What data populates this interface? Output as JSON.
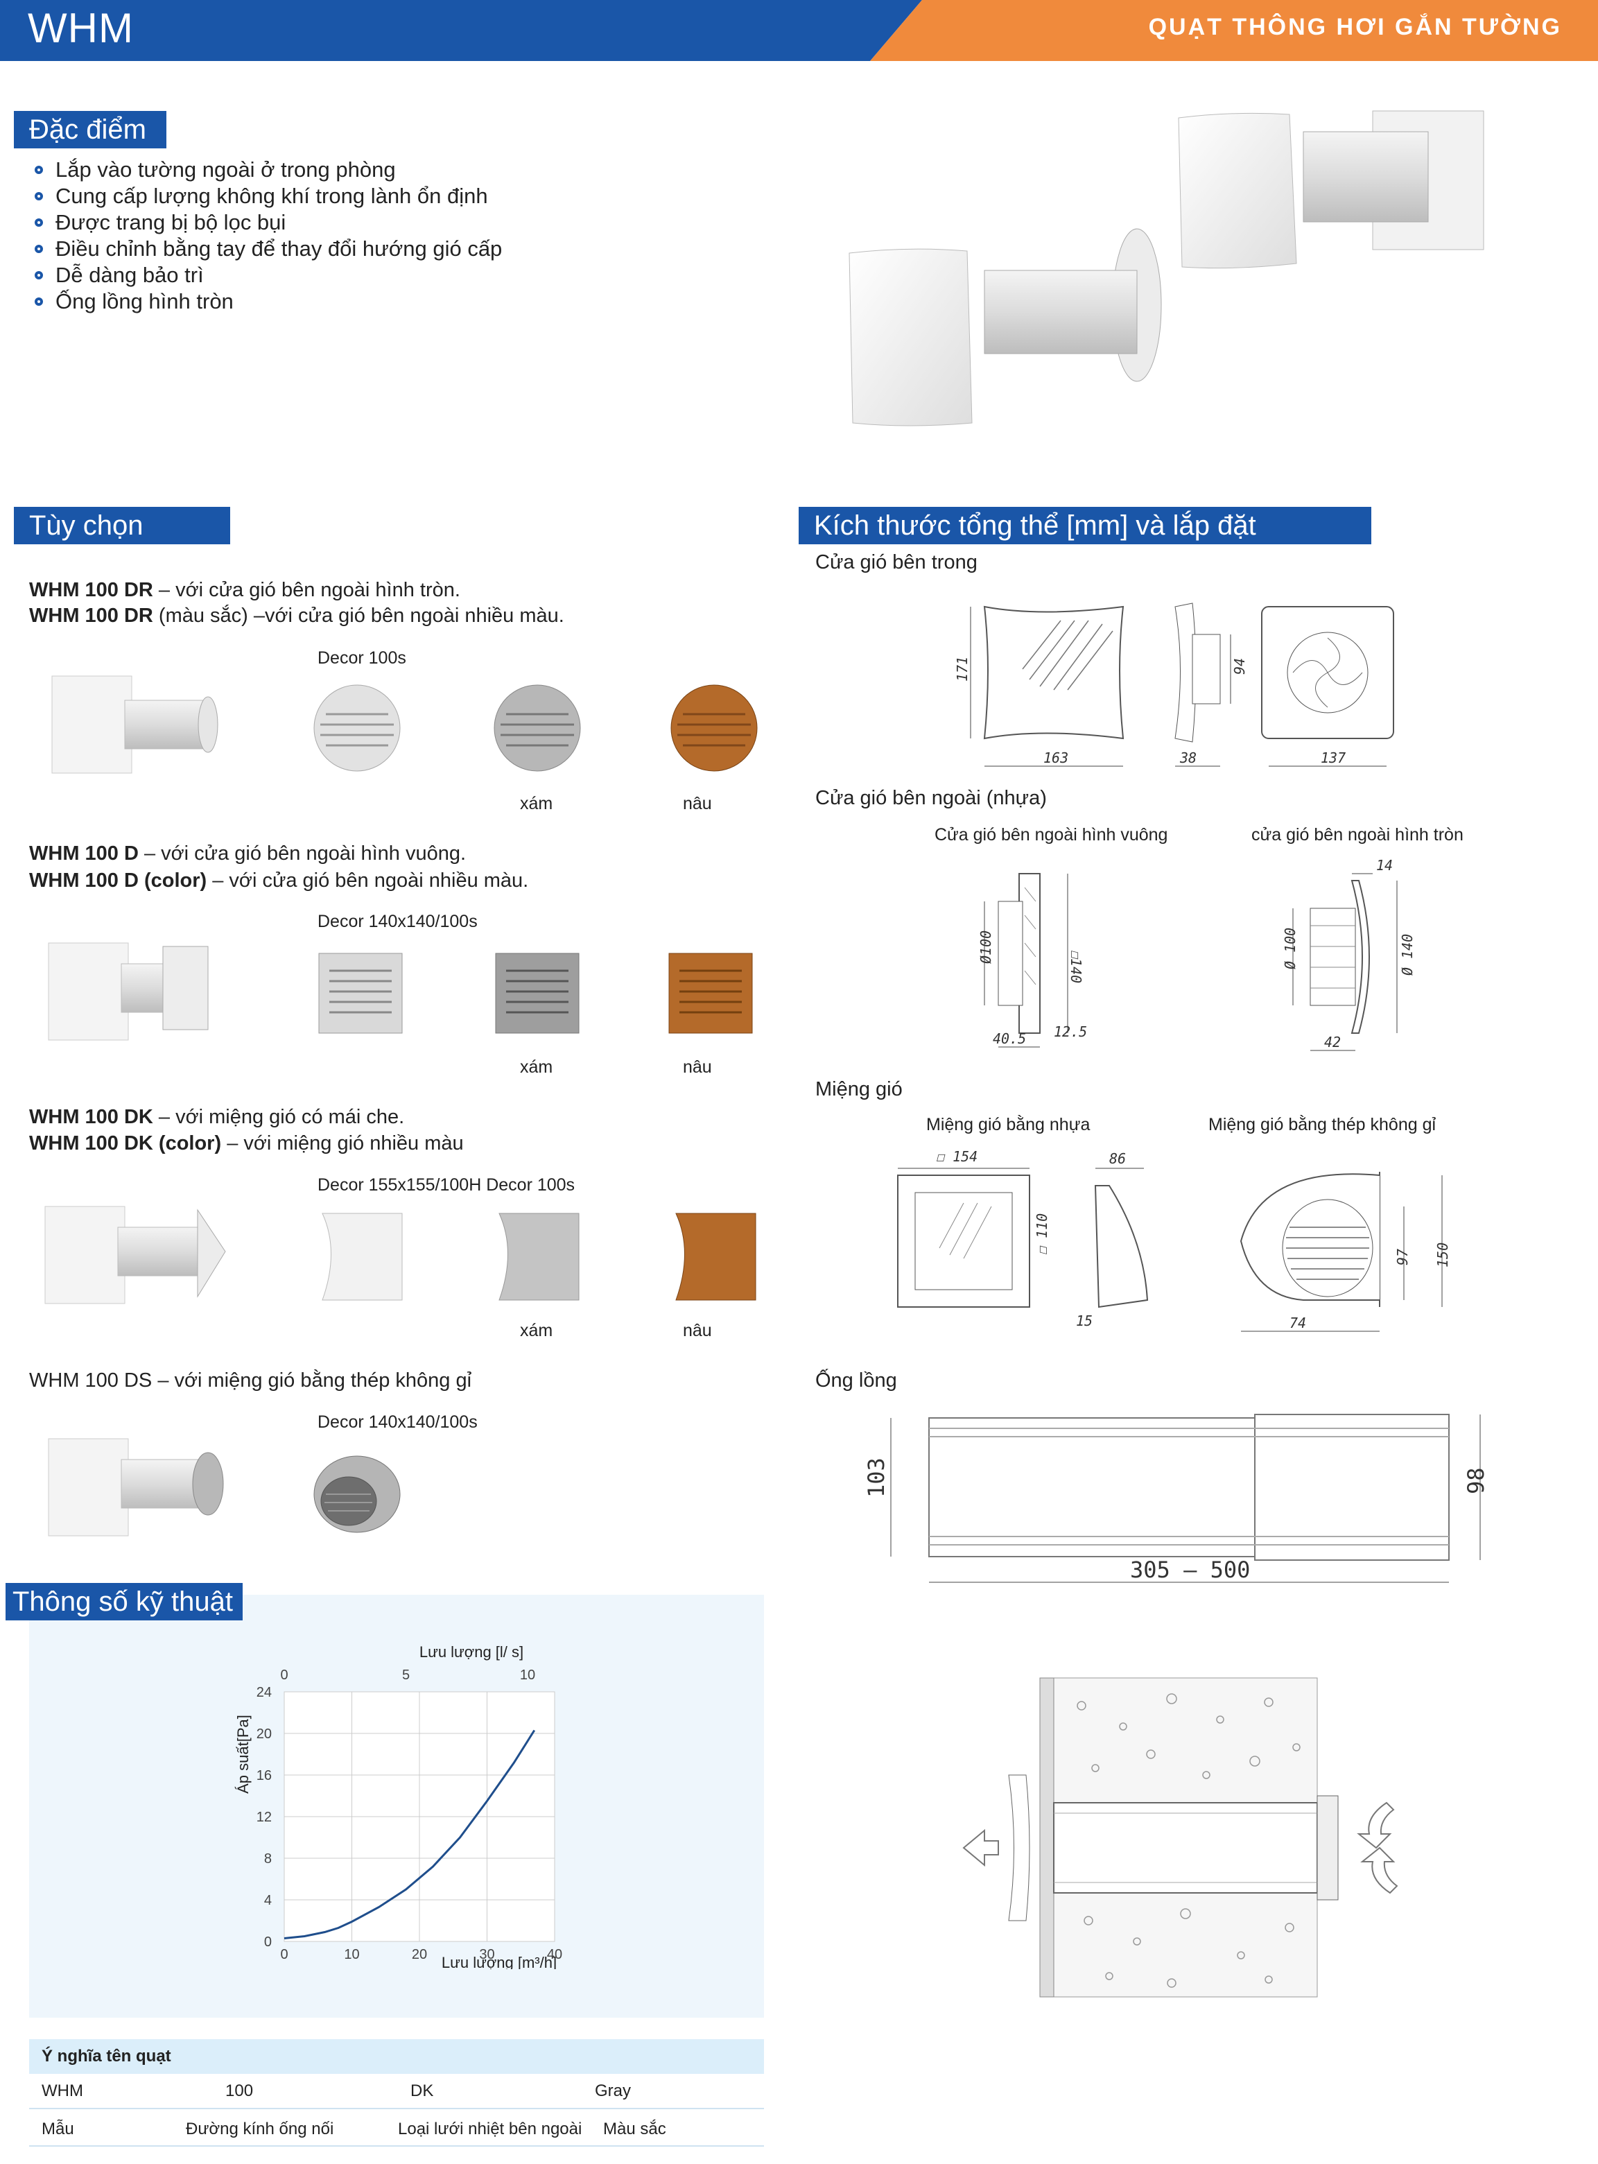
{
  "header": {
    "title": "WHM",
    "subtitle": "QUẠT THÔNG HƠI GẮN TƯỜNG",
    "colors": {
      "blue": "#1a56a8",
      "orange": "#f08a3c"
    }
  },
  "features": {
    "heading": "Đặc điểm",
    "items": [
      "Lắp vào tường ngoài ở trong phòng",
      "Cung cấp lượng không khí trong lành ổn định",
      "Được trang bị bộ lọc bụi",
      "Điều chỉnh bằng tay để thay đổi hướng gió cấp",
      "Dễ dàng bảo trì",
      "Ống lồng hình tròn"
    ]
  },
  "options": {
    "heading": "Tùy chọn",
    "groups": [
      {
        "line1_bold": "WHM 100 DR",
        "line1_rest": " – với cửa gió bên ngoài hình tròn.",
        "line2_bold": "WHM 100 DR",
        "line2_rest": " (màu sắc) –với cửa gió bên ngoài nhiều màu.",
        "decor": "Decor 100s",
        "gray": "xám",
        "brown": "nâu"
      },
      {
        "line1_bold": "WHM 100 D",
        "line1_rest": " – với cửa gió bên ngoài hình vuông.",
        "line2_bold": "WHM 100 D (color)",
        "line2_rest": " – với cửa gió bên ngoài nhiều màu.",
        "decor": "Decor 140x140/100s",
        "gray": "xám",
        "brown": "nâu"
      },
      {
        "line1_bold": "WHM 100 DK",
        "line1_rest": " – với miệng gió có mái che.",
        "line2_bold": "WHM 100 DK (color)",
        "line2_rest": " – với miệng gió nhiều màu",
        "decor": "Decor 155x155/100H Decor 100s",
        "gray": "xám",
        "brown": "nâu"
      },
      {
        "line1": "WHM 100 DS  – với miệng gió bằng thép không gỉ",
        "decor": "Decor 140x140/100s"
      }
    ]
  },
  "dimensions": {
    "heading": "Kích thước tổng thể [mm] và lắp đặt",
    "inner_grille": "Cửa gió bên trong",
    "outer_grille": "Cửa gió bên ngoài (nhựa)",
    "outer_square": "Cửa gió  bên ngoài hình vuông",
    "outer_round": "cửa gió bên ngoài hình tròn",
    "air_vent": "Miệng gió",
    "vent_plastic": "Miệng gió bằng nhựa",
    "vent_steel": "Miệng gió bằng thép không gỉ",
    "sleeve": "Ống lồng",
    "d_inner": {
      "h": "171",
      "w": "163",
      "depth": "38",
      "h2": "94",
      "w2": "137"
    },
    "d_square": {
      "dia": "Ø100",
      "sq": "☐140",
      "a": "40.5",
      "b": "12.5"
    },
    "d_round": {
      "top": "14",
      "dia": "Ø 100",
      "dia2": "Ø 140",
      "w": "42"
    },
    "d_plastic": {
      "sq": "☐ 154",
      "depth": "86",
      "sq2": "☐ 110",
      "b": "15"
    },
    "d_steel": {
      "h1": "97",
      "h2": "150",
      "w": "74"
    },
    "d_sleeve": {
      "left": "103",
      "right": "98",
      "len": "305 – 500"
    }
  },
  "specs": {
    "heading": "Thông số kỹ thuật",
    "chart_data": {
      "type": "line",
      "top_axis_label": "Lưu lượng [l/ s]",
      "top_ticks": [
        "0",
        "5",
        "10"
      ],
      "xlabel": "Lưu lượng [m³/h]",
      "ylabel": "Áp suất[Pa]",
      "xlim": [
        0,
        40
      ],
      "ylim": [
        0,
        24
      ],
      "x_ticks": [
        0,
        10,
        20,
        30,
        40
      ],
      "y_ticks": [
        0,
        4,
        8,
        12,
        16,
        20,
        24
      ],
      "grid": true,
      "series": [
        {
          "color": "#1f4e8c",
          "x": [
            0,
            3,
            6,
            8,
            10,
            14,
            18,
            22,
            26,
            30,
            34,
            37
          ],
          "y": [
            0.3,
            0.5,
            0.9,
            1.3,
            1.9,
            3.3,
            5.0,
            7.2,
            10.0,
            13.5,
            17.2,
            20.3
          ]
        }
      ]
    }
  },
  "naming": {
    "title": "Ý nghĩa tên quạt",
    "values": [
      "WHM",
      "100",
      "DK",
      "Gray"
    ],
    "labels": [
      "Mẫu",
      "Đường kính ống nối",
      "Loại lưới nhiệt bên ngoài",
      "Màu sắc"
    ]
  }
}
